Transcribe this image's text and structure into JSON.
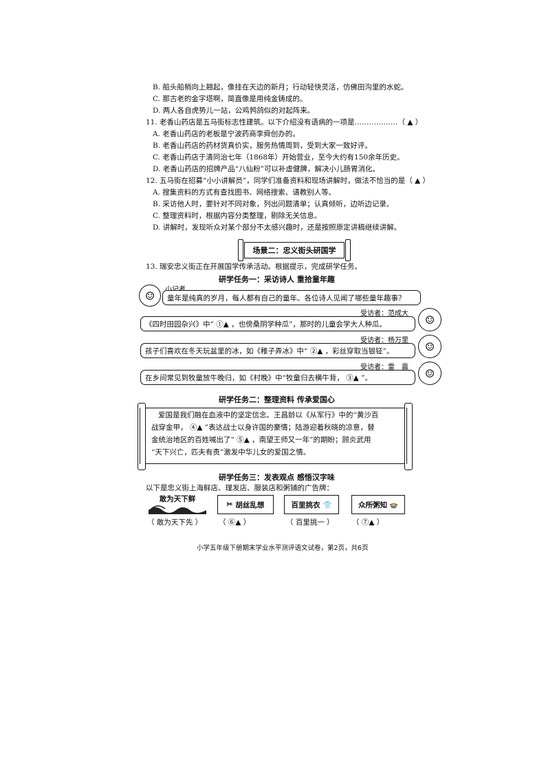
{
  "q10": {
    "optB": "B. 船头船梢向上翘起，像挂在天边的新月；行动轻快灵活，仿佛田沟里的水蛇。",
    "optC": "C. 那古老的金字塔啊，简直像是用纯金铸成的。",
    "optD": "D. 两人各自虎势儿一站，公鸡鹁鸽似的对起阵来。"
  },
  "q11": {
    "stem": "11. 老香山药店是五马街标志性建筑。以下介绍没有语病的一项是………………（ ▲ ）",
    "optA": "A. 老香山药店的老板是宁波药商李舜创办的。",
    "optB": "B. 老香山药店的药材货真价实，服务热情周到，受到大家一致好评。",
    "optC": "C. 老香山药店于清同治七年（1868年）开始营业，至今大约有150余年历史。",
    "optD": "D. 老香山药店的招牌产品“八仙粉”可以补虚健脾，解决小儿肠胃消化。"
  },
  "q12": {
    "stem": "12. 五马街在招募“小小讲解员”，同学们准备资料和现场讲解时，做法不恰当的是（ ▲ ）",
    "optA": "A. 搜集资料的方式有查找图书、网络搜索、请教别人等。",
    "optB": "B. 采访他人时，要针对不同对象，列出问题清单；认真倾听，边听边记录。",
    "optC": "C. 整理资料时，根据内容分类整理，剔除无关信息。",
    "optD": "D. 讲解时，发现听众对某个部分不太感兴趣时，还是按照原定讲稿继续讲解。"
  },
  "scene2": {
    "banner": "场景二：忠义街头研国学",
    "stem": "13. 瑞安忠义街正在开展国学传承活动。根据提示，完成研学任务。"
  },
  "task1": {
    "title": "研学任务一：采访诗人  重拾童年趣",
    "reporter_label": "小记者",
    "reporter_text": "童年是纯真的岁月，每人都有自己的童年。各位诗人见闻了哪些童年趣事？",
    "i1_label": "受访者：范成大",
    "i1_text": "《四时田园杂兴》中“ ①▲ ，也傍桑阴学种瓜”，那时的儿童会学大人种瓜。",
    "i2_label": "受访者：杨万里",
    "i2_text": "孩子们喜欢在冬天玩盆里的冰，如《稚子弄冰》中“ ②▲ ，彩丝穿取当银钲”。",
    "i3_label": "受访者：雷　震",
    "i3_text": "在乡间常见到牧童放牛晚归，如《村晚》中“牧童归去横牛背， ③▲ ”。"
  },
  "task2": {
    "title": "研学任务二：整理资料  传承爱国心",
    "line1": "爱国是我们融在血液中的坚定信念。王昌龄以《从军行》中的“黄沙百",
    "line2": "战穿金甲， ④▲ ”表达战士以身许国的豪情；陆游迎着秋晓的凉意，替",
    "line3": "金统治地区的百姓喊出了“ ⑤▲ ，南望王师又一年”的期盼；顾炎武用",
    "line4": "“天下兴亡，匹夫有责”激发中华儿女的爱国之情。"
  },
  "task3": {
    "title": "研学任务三：发表观点  感悟汉字味",
    "intro": "以下是忠义街上海鲜店、理发店、服装店和粥铺的广告牌：",
    "signs": [
      "敢为天下鲜",
      "胡丝乱想",
      "百里挑衣",
      "众所粥知"
    ],
    "answers": [
      "（ 敢为天下先 ）",
      "（ ⑥▲ ）",
      "（ 百里挑一 ）",
      "（ ⑦▲ ）"
    ]
  },
  "footer": "小学五年级下册期末学业水平测评语文试卷，第2页，共6页"
}
